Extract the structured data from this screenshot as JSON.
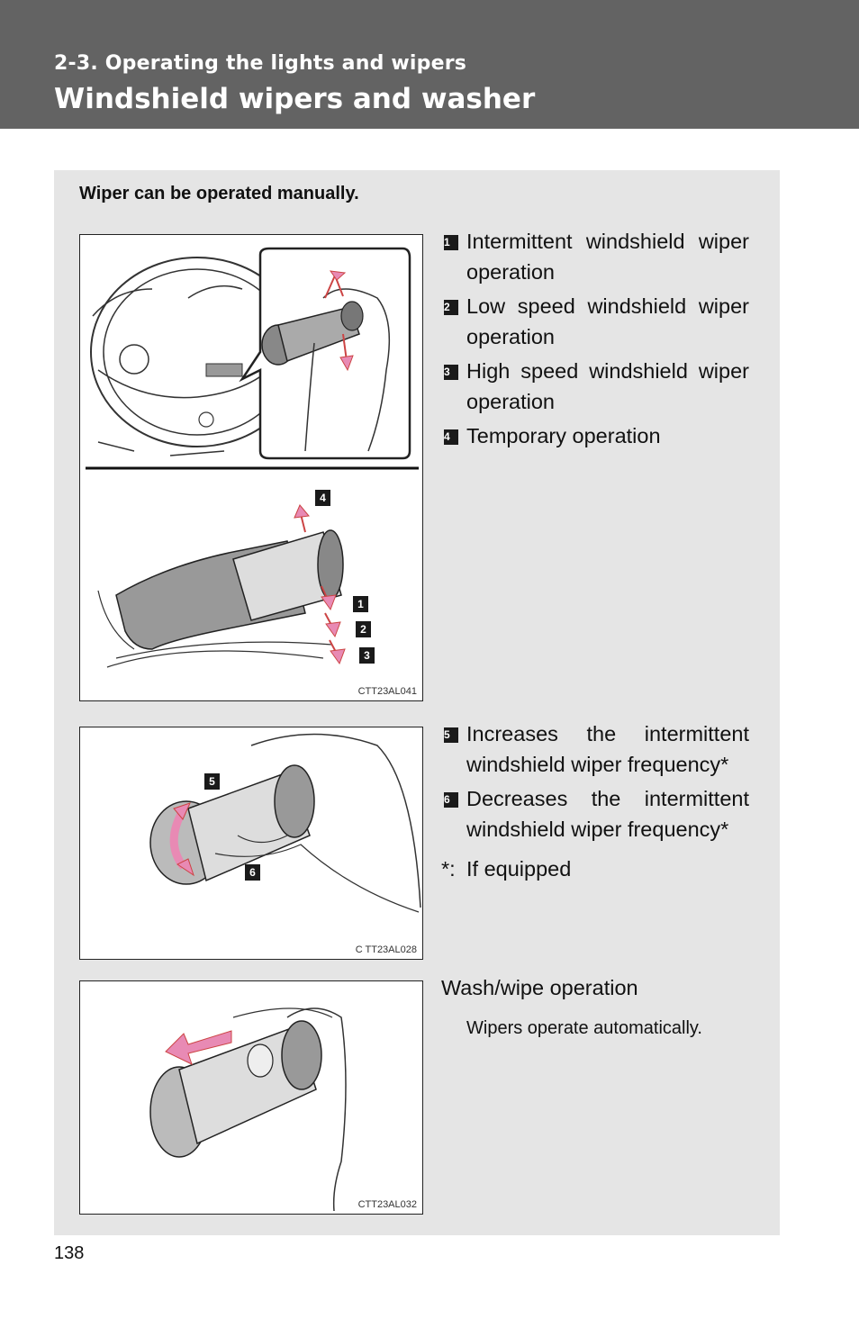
{
  "header": {
    "section": "2-3. Operating the lights and wipers",
    "title": "Windshield wipers and washer"
  },
  "intro": "Wiper can be operated manually.",
  "figure1": {
    "code": "CTT23AL041",
    "items": [
      {
        "num": "1",
        "text": "Intermittent windshield wiper operation"
      },
      {
        "num": "2",
        "text": "Low speed windshield wiper operation"
      },
      {
        "num": "3",
        "text": "High speed windshield wiper operation"
      },
      {
        "num": "4",
        "text": "Temporary operation"
      }
    ]
  },
  "figure2": {
    "code": "C TT23AL028",
    "items": [
      {
        "num": "5",
        "text": "Increases the intermittent windshield wiper frequency*"
      },
      {
        "num": "6",
        "text": "Decreases the intermittent windshield wiper frequency*"
      }
    ],
    "footnote_mark": "*:",
    "footnote_text": "If equipped"
  },
  "figure3": {
    "code": "CTT23AL032",
    "title": "Wash/wipe operation",
    "note": "Wipers operate automatically."
  },
  "page_number": "138",
  "colors": {
    "header_bg": "#636363",
    "panel_bg": "#e5e5e5",
    "arrow_pink": "#e88ab4",
    "badge_bg": "#1a1a1a"
  }
}
